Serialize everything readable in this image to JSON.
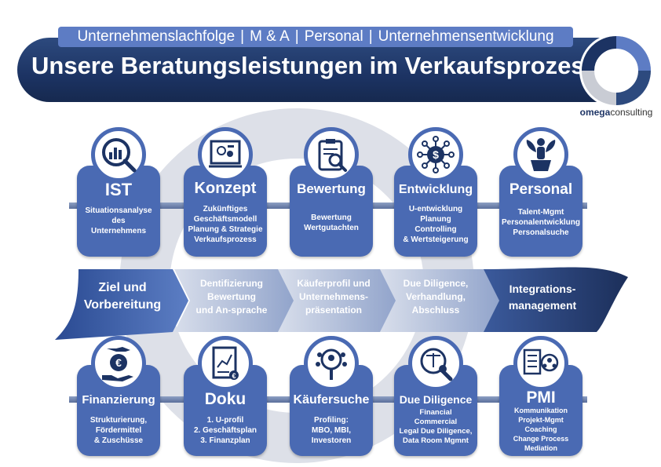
{
  "header": {
    "tags": [
      "Unternehmenslachfolge",
      "M & A",
      "Personal",
      "Unternehmensentwicklung"
    ],
    "separator": "|",
    "title": "Unsere Beratungsleistungen im Verkaufsprozess",
    "logo": {
      "bold": "omega",
      "regular": "consulting"
    }
  },
  "top_services": [
    {
      "title": "IST",
      "desc": [
        "Situationsanalyse",
        "des",
        "Unternehmens"
      ],
      "icon": "magnify-chart-icon"
    },
    {
      "title": "Konzept",
      "desc": [
        "Zukünftiges",
        "Geschäftsmodell",
        "Planung & Strategie",
        "Verkaufsprozess"
      ],
      "icon": "presentation-board-icon"
    },
    {
      "title": "Bewertung",
      "desc": [
        "Bewertung",
        "Wertgutachten"
      ],
      "icon": "clipboard-search-icon"
    },
    {
      "title": "Entwicklung",
      "desc": [
        "U-entwicklung",
        "Planung",
        "Controlling",
        "& Wertsteigerung"
      ],
      "icon": "dollar-network-icon"
    },
    {
      "title": "Personal",
      "desc": [
        "Talent-Mgmt",
        "Personalentwicklung",
        "Personalsuche"
      ],
      "icon": "person-plant-icon"
    }
  ],
  "process_steps": [
    {
      "lines": [
        "Ziel und",
        "Vorbereitung"
      ]
    },
    {
      "lines": [
        "Dentifizierung",
        "Bewertung",
        "und An-sprache"
      ]
    },
    {
      "lines": [
        "Käuferprofil und",
        "Unternehmens-",
        "präsentation"
      ]
    },
    {
      "lines": [
        "Due Diligence,",
        "Verhandlung,",
        "Abschluss"
      ]
    },
    {
      "lines": [
        "Integrations-",
        "management"
      ]
    }
  ],
  "bottom_services": [
    {
      "title": "Finanzierung",
      "desc": [
        "Strukturierung,",
        "Fördermittel",
        "& Zuschüsse"
      ],
      "icon": "euro-hand-icon"
    },
    {
      "title": "Doku",
      "desc": [
        "1. U-profil",
        "2. Geschäftsplan",
        "3. Finanzplan"
      ],
      "icon": "document-chart-icon"
    },
    {
      "title": "Käufersuche",
      "desc": [
        "Profiling:",
        "MBO, MBI,",
        "Investoren"
      ],
      "icon": "people-search-icon"
    },
    {
      "title": "Due Diligence",
      "desc": [
        "Financial",
        "Commercial",
        "Legal Due Diligence,",
        "Data Room Mgmnt"
      ],
      "icon": "scale-search-icon"
    },
    {
      "title": "PMI",
      "desc": [
        "Kommunikation",
        "Projekt-Mgmt",
        "Coaching",
        "Change Process",
        "Mediation"
      ],
      "icon": "checklist-team-icon"
    }
  ],
  "colors": {
    "navy": "#1c3363",
    "card_blue": "#4a6ab3",
    "tag_blue": "#5d7cc4",
    "ring_grey": "#dde0e8"
  }
}
